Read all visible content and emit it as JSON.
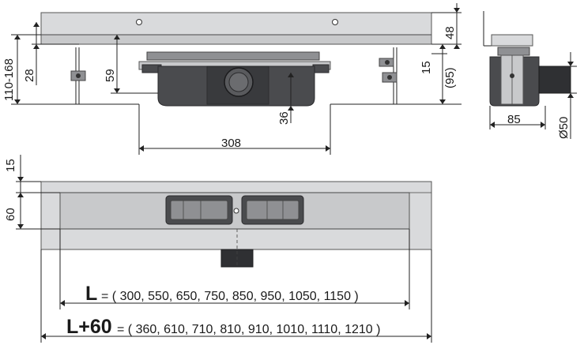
{
  "dimensions": {
    "height_cover": "48",
    "height_adjust": "110-168",
    "depth_28": "28",
    "depth_59": "59",
    "depth_15_side": "15",
    "depth_95": "(95)",
    "depth_36": "36",
    "width_308": "308",
    "width_85": "85",
    "outlet_diameter": "Ø50",
    "front_15": "15",
    "front_60": "60"
  },
  "length_L": {
    "symbol": "L",
    "values": "= ( 300, 550, 650, 750, 850, 950, 1050, 1150 )"
  },
  "length_L60": {
    "symbol": "L+60",
    "values": "= ( 360, 610, 710, 810, 910, 1010, 1110, 1210 )"
  }
}
